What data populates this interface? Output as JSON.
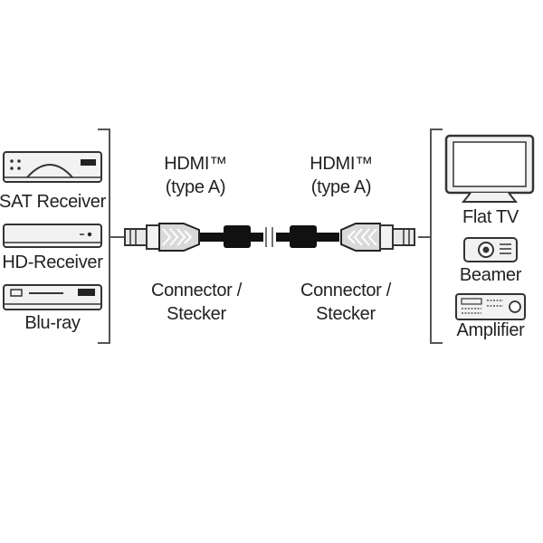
{
  "sources": [
    {
      "label": "SAT Receiver",
      "icon": "sat-receiver-icon"
    },
    {
      "label": "HD-Receiver",
      "icon": "hd-receiver-icon"
    },
    {
      "label": "Blu-ray",
      "icon": "bluray-player-icon"
    }
  ],
  "destinations": [
    {
      "label": "Flat TV",
      "icon": "flat-tv-icon"
    },
    {
      "label": "Beamer",
      "icon": "projector-icon"
    },
    {
      "label": "Amplifier",
      "icon": "amplifier-icon"
    }
  ],
  "left_plug": {
    "type_line1": "HDMI™",
    "type_line2": "(type A)",
    "gender_line1": "Connector /",
    "gender_line2": "Stecker"
  },
  "right_plug": {
    "type_line1": "HDMI™",
    "type_line2": "(type A)",
    "gender_line1": "Connector /",
    "gender_line2": "Stecker"
  },
  "colors": {
    "line": "#555555",
    "device_fill": "#f2f2f2",
    "cable": "#111111",
    "plug_body": "#d9d9d9"
  }
}
